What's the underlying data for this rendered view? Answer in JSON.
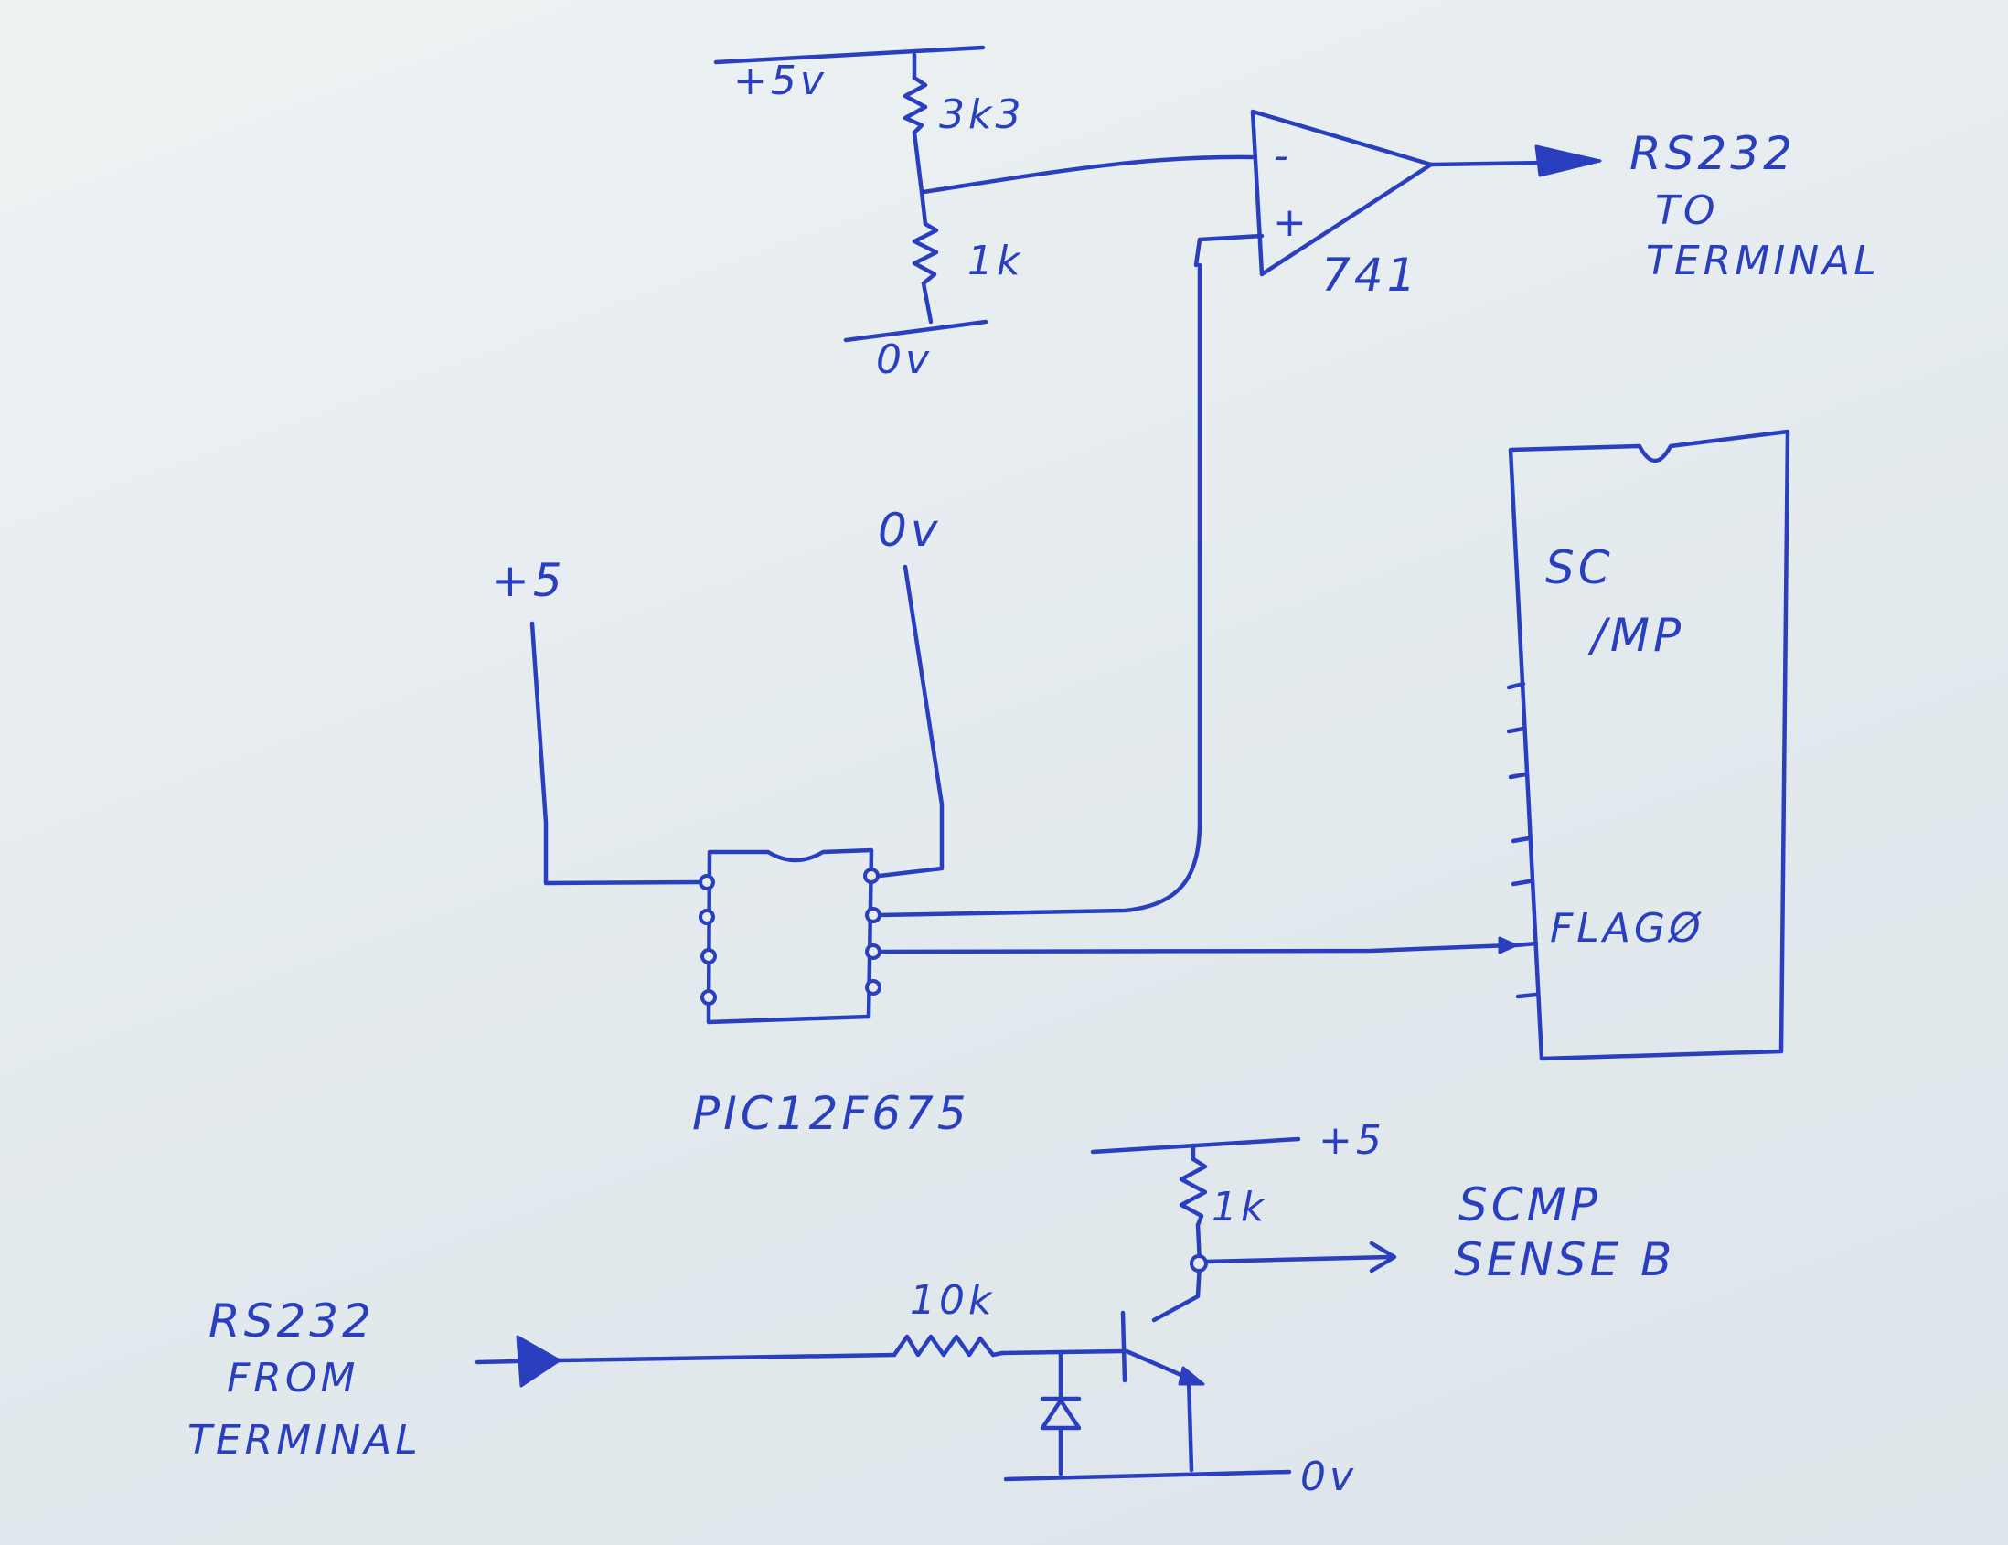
{
  "labels": {
    "top_supply": "+5v",
    "r_top": "3k3",
    "r_bottom": "1k",
    "top_ground": "0v",
    "opamp_minus": "-",
    "opamp_plus": "+",
    "opamp_part": "741",
    "rs232_out_line1": "RS232",
    "rs232_out_line2": "TO",
    "rs232_out_line3": "TERMINAL",
    "cpu_name_line1": "SC",
    "cpu_name_line2": "/MP",
    "cpu_flag": "FLAGØ",
    "pic_supply": "+5",
    "pic_ground": "0v",
    "pic_part": "PIC12F675",
    "bottom_supply": "+5",
    "r_pullup": "1k",
    "scmp_line1": "SCMP",
    "scmp_line2": "SENSE B",
    "r_base": "10k",
    "rs232_in_line1": "RS232",
    "rs232_in_line2": "FROM",
    "rs232_in_line3": "TERMINAL",
    "bottom_ground": "0v"
  },
  "colors": {
    "ink": "#2a3fbf",
    "paper": "#e6ecef"
  }
}
